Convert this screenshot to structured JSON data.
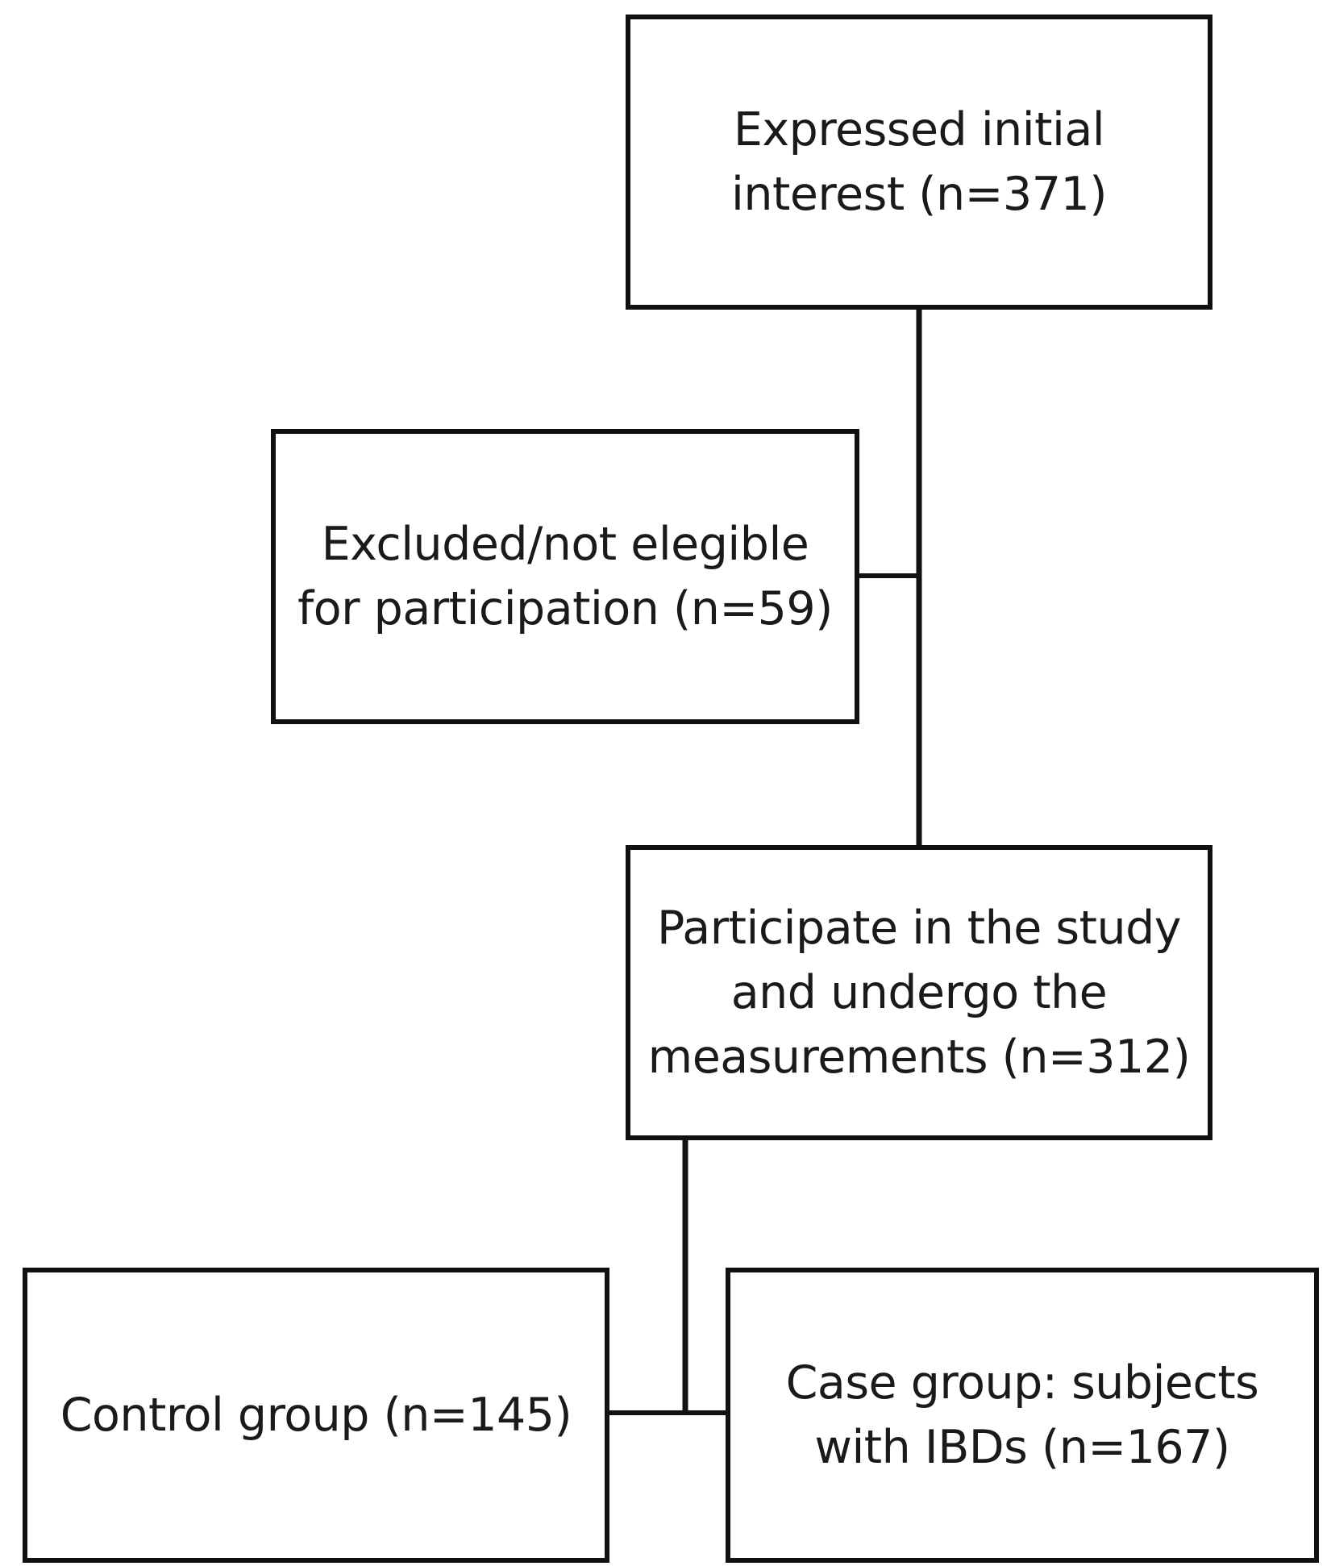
{
  "flowchart": {
    "interest": {
      "label": "Expressed initial\ninterest (n=371)"
    },
    "excluded": {
      "label": "Excluded/not elegible\nfor participation (n=59)"
    },
    "participate": {
      "label": "Participate in the study\nand undergo the\nmeasurements (n=312)"
    },
    "control": {
      "label": "Control group (n=145)"
    },
    "case": {
      "label": "Case group: subjects\nwith IBDs (n=167)"
    }
  },
  "colors": {
    "line": "#111111",
    "background": "#ffffff"
  }
}
